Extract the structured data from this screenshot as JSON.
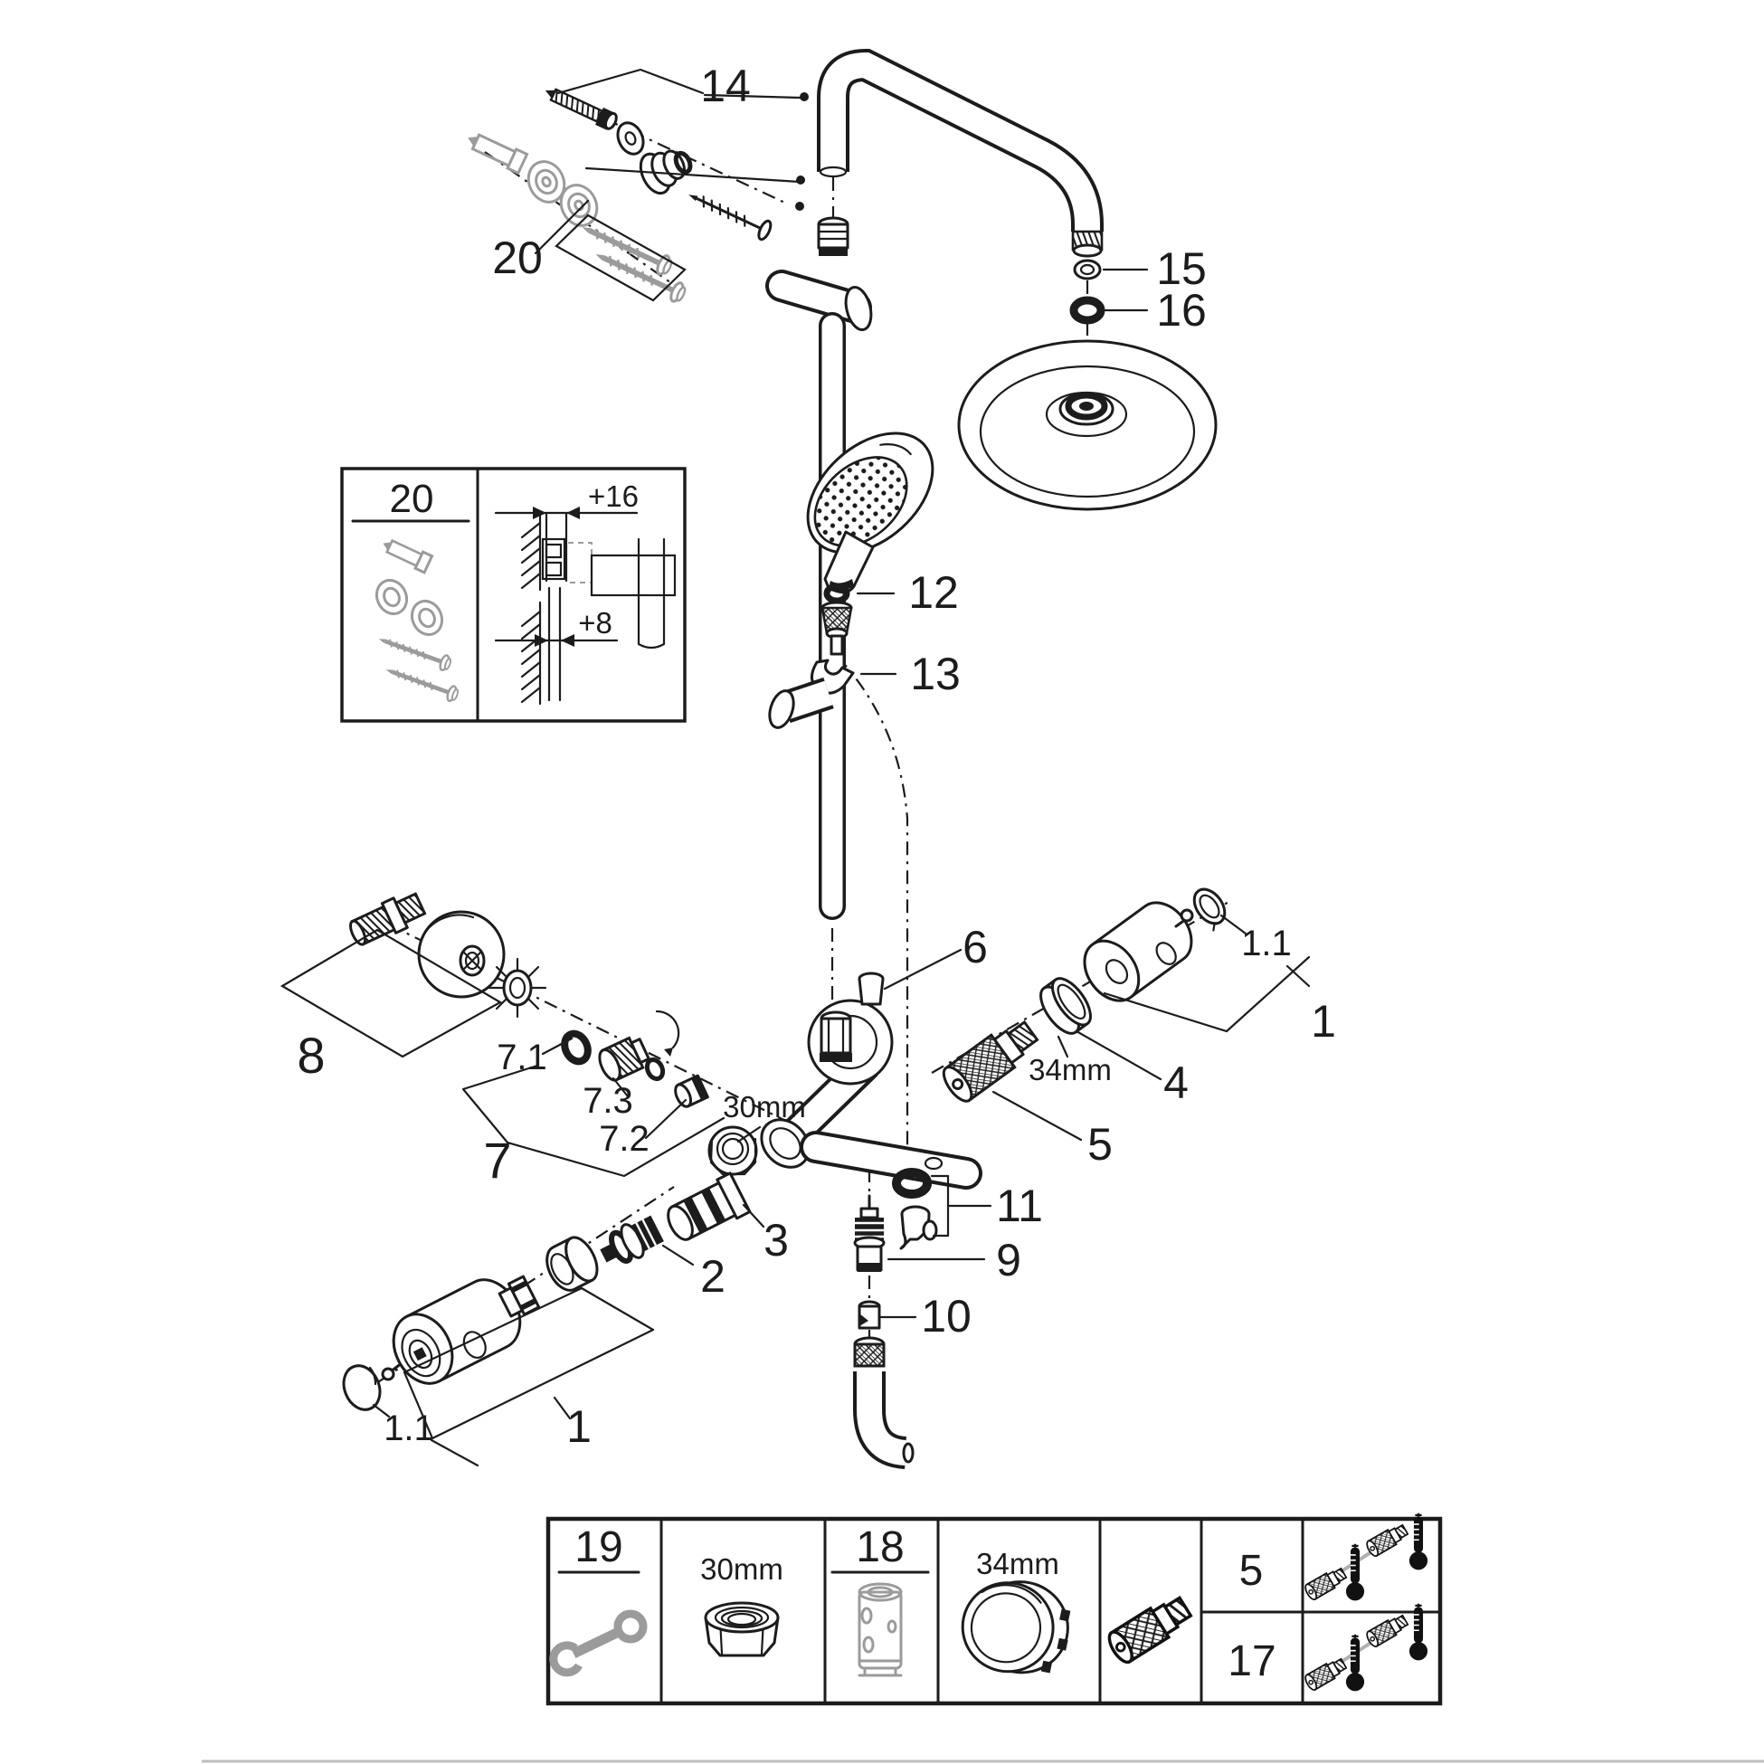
{
  "diagram": {
    "kind": "exploded-parts-technical-drawing",
    "subject": "thermostatic bath shower system with rain head and hand shower",
    "colors": {
      "line": "#1c1c1c",
      "gray_part": "#9b9b9b",
      "leader_gray": "#b0b0b0",
      "bottom_hairline": "#bdbdbd",
      "background": "#ffffff"
    },
    "labels": {
      "g14": "14",
      "g20_top": "20",
      "p15": "15",
      "p16": "16",
      "p12": "12",
      "p13": "13",
      "p6": "6",
      "p11_right": "1.1",
      "p1_right": "1",
      "dim34": "34mm",
      "p4": "4",
      "p5": "5",
      "p8": "8",
      "p7_1": "7.1",
      "p7_3": "7.3",
      "p7_2": "7.2",
      "p7": "7",
      "dim30": "30mm",
      "p3": "3",
      "p2": "2",
      "p1_left": "1",
      "p11_left": "1.1",
      "p11": "11",
      "p9": "9",
      "p10": "10"
    },
    "inset": {
      "label": "20",
      "dim_top": "+16",
      "dim_bottom": "+8"
    },
    "table": {
      "c19": "19",
      "c30": "30mm",
      "c18": "18",
      "c34": "34mm",
      "r5": "5",
      "r17": "17"
    },
    "icons": {
      "table_cell_19": "open-end-wrench-icon",
      "table_cell_30mm": "hex-nut-icon",
      "table_cell_18": "cartridge-socket-tool-icon",
      "table_cell_34mm": "lock-ring-icon",
      "table_cell_adapter": "quick-connect-adapter-icon",
      "table_rows_5_17": "adapter-and-thermometer-icons"
    }
  }
}
